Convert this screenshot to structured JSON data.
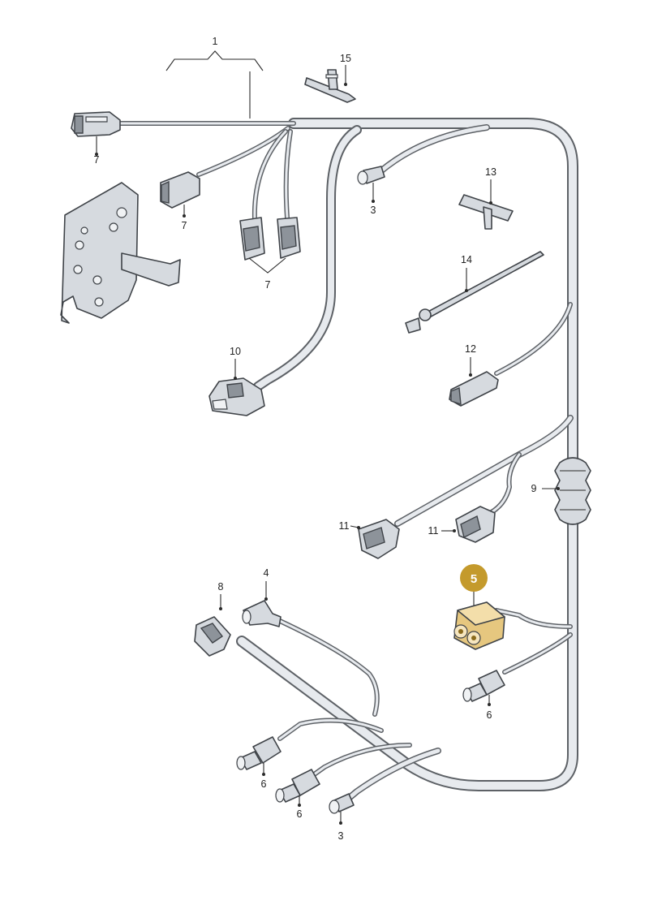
{
  "callouts": {
    "c1": "1",
    "c3a": "3",
    "c3b": "3",
    "c4": "4",
    "c5": "5",
    "c6a": "6",
    "c6b": "6",
    "c6c": "6",
    "c7a": "7",
    "c7b": "7",
    "c7c": "7",
    "c8": "8",
    "c9": "9",
    "c10": "10",
    "c11a": "11",
    "c11b": "11",
    "c12": "12",
    "c13": "13",
    "c14": "14",
    "c15": "15"
  },
  "colors": {
    "highlight_badge": "#c49a2c",
    "highlight_part": "#e6c77f",
    "cable_fill": "#e7eaee",
    "outline": "#3f4348"
  }
}
